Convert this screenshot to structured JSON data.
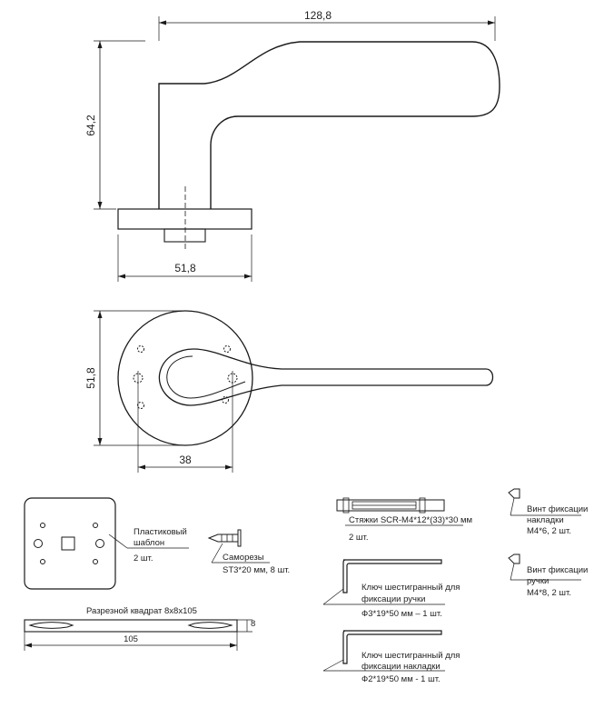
{
  "side_view": {
    "dim_width": "128,8",
    "dim_height": "64,2",
    "dim_rose_width": "51,8"
  },
  "top_view": {
    "dim_rose_diameter": "51,8",
    "dim_hole_spacing": "38"
  },
  "template": {
    "label_line1": "Пластиковый",
    "label_line2": "шаблон",
    "qty": "2 шт."
  },
  "screws": {
    "label": "Саморезы",
    "spec": "ST3*20 мм, 8 шт."
  },
  "spindle": {
    "label": "Разрезной квадрат 8х8х105",
    "dim_length": "105",
    "dim_height": "8"
  },
  "ties": {
    "label": "Стяжки SCR-M4*12*(33)*30 мм",
    "qty": "2 шт."
  },
  "hex_key_handle": {
    "line1": "Ключ шестигранный для",
    "line2": "фиксации ручки",
    "spec": "Ф3*19*50 мм – 1 шт."
  },
  "hex_key_rose": {
    "line1": "Ключ шестигранный для",
    "line2": "фиксации накладки",
    "spec": "Ф2*19*50 мм - 1 шт."
  },
  "screw_rose": {
    "line1": "Винт фиксации",
    "line2": "накладки",
    "spec": "M4*6, 2 шт."
  },
  "screw_handle": {
    "line1": "Винт фиксации",
    "line2": "ручки",
    "spec": "M4*8, 2 шт."
  }
}
